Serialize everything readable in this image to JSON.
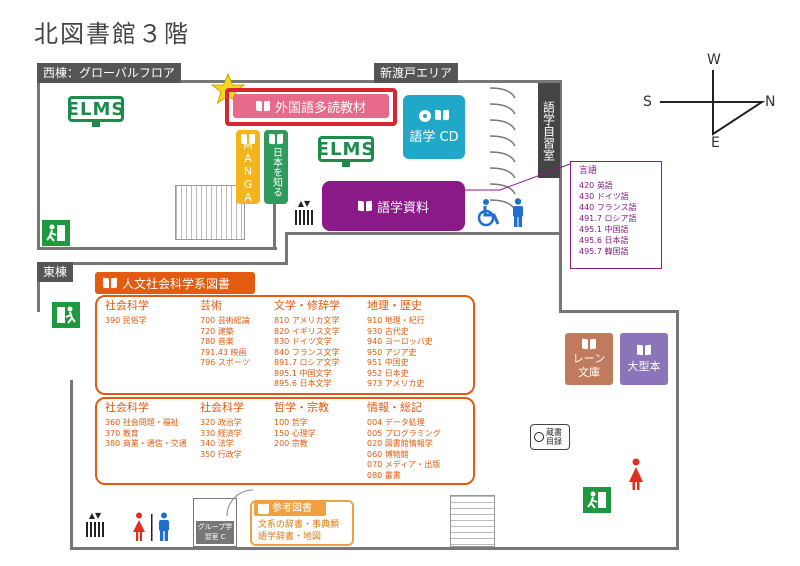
{
  "title": "北図書館３階",
  "areas": {
    "west": "西棟：グローバルフロア",
    "shintobe": "新渡戸エリア",
    "east": "東棟"
  },
  "rooms": {
    "foreign_language": "外国語多読教材",
    "manga": "MANGA",
    "japan": "日本を知る",
    "elms": "ELMS",
    "lang_cd": "語学 CD",
    "lang_materials": "語学資料",
    "self_study": "語学自習室",
    "lane_archive": "レーン文庫",
    "large_books": "大型本",
    "catalog": "蔵書目録",
    "group_study": "グループ学習室 C"
  },
  "language_list": {
    "title": "言語",
    "items": [
      "420 英語",
      "430 ドイツ語",
      "440 フランス語",
      "491.7 ロシア語",
      "495.1 中国語",
      "495.6 日本語",
      "495.7 韓国語"
    ]
  },
  "humanities": {
    "header": "人文社会科学系図書",
    "groups": [
      {
        "title": "社会科学",
        "items": [
          "390 民俗学"
        ]
      },
      {
        "title": "芸術",
        "items": [
          "700 芸術総論",
          "720 建築",
          "780 音楽",
          "791.43 映画",
          "796 スポーツ"
        ]
      },
      {
        "title": "文学・修辞学",
        "items": [
          "810 アメリカ文学",
          "820 イギリス文学",
          "830 ドイツ文学",
          "840 フランス文学",
          "891.7 ロシア文学",
          "895.1 中国文学",
          "895.6 日本文学"
        ]
      },
      {
        "title": "地理・歴史",
        "items": [
          "910 地理・紀行",
          "930 古代史",
          "940 ヨーロッパ史",
          "950 アジア史",
          "951 中国史",
          "952 日本史",
          "973 アメリカ史"
        ]
      },
      {
        "title": "社会科学",
        "items": [
          "360 社会問題・福祉",
          "370 教育",
          "380 商業・通信・交通"
        ]
      },
      {
        "title": "社会科学",
        "items": [
          "320 政治学",
          "330 経済学",
          "340 法学",
          "350 行政学"
        ]
      },
      {
        "title": "哲学・宗教",
        "items": [
          "100 哲学",
          "150 心理学",
          "200 宗教"
        ]
      },
      {
        "title": "情報・総記",
        "items": [
          "004 データ処理",
          "005 プログラミング",
          "020 図書館情報学",
          "060 博物館",
          "070 メディア・出版",
          "080 叢書"
        ]
      }
    ]
  },
  "reference": {
    "header": "参考図書",
    "lines": [
      "文系の辞書・事典類",
      "語学辞書・地図"
    ]
  },
  "compass": {
    "n": "N",
    "s": "S",
    "e": "E",
    "w": "W"
  },
  "colors": {
    "orange": "#e25b10",
    "pink": "#e86a8a",
    "red_border": "#d9252f",
    "cyan": "#1fa8c8",
    "purple": "#8b1a89",
    "green": "#1e8a4b",
    "brown": "#c07b5e",
    "lavender": "#8b75b8",
    "ref_orange": "#f0a040"
  }
}
